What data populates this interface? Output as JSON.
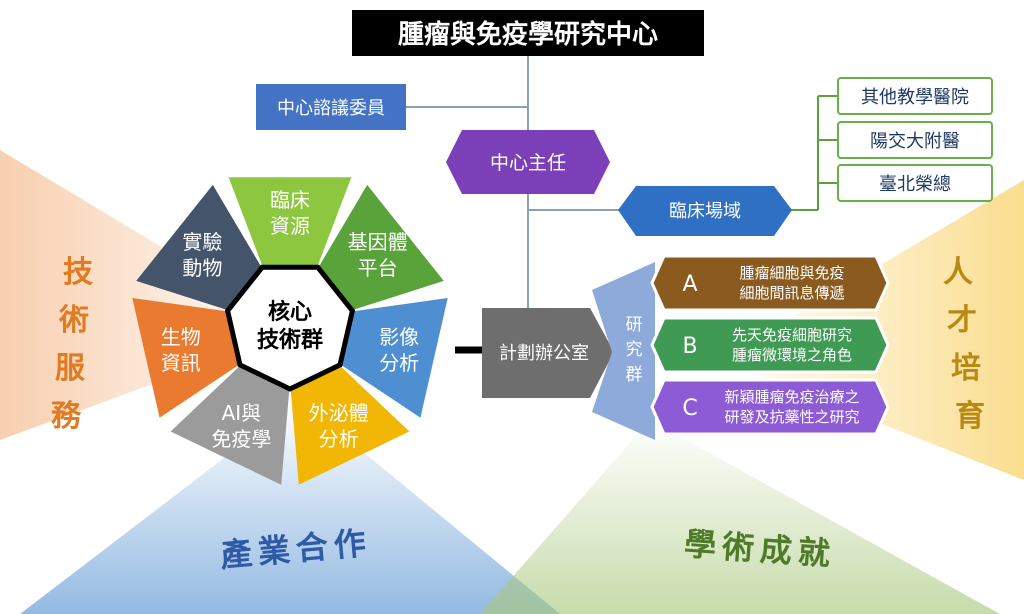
{
  "title": "腫瘤與免疫學研究中心",
  "advisory_committee": "中心諮議委員",
  "director": "中心主任",
  "clinical_field": "臨床場域",
  "hospitals": [
    "其他教學醫院",
    "陽交大附醫",
    "臺北榮總"
  ],
  "core_center": [
    "核心",
    "技術群"
  ],
  "core_segments": [
    {
      "lines": [
        "臨床",
        "資源"
      ],
      "color": "#8dc63f"
    },
    {
      "lines": [
        "基因體",
        "平台"
      ],
      "color": "#5aa33a"
    },
    {
      "lines": [
        "影像",
        "分析"
      ],
      "color": "#4e8fd1"
    },
    {
      "lines": [
        "外泌體",
        "分析"
      ],
      "color": "#f2b705"
    },
    {
      "lines": [
        "AI與",
        "免疫學"
      ],
      "color": "#9b9b9b"
    },
    {
      "lines": [
        "生物",
        "資訊"
      ],
      "color": "#e97a2f"
    },
    {
      "lines": [
        "實驗",
        "動物"
      ],
      "color": "#44546a"
    }
  ],
  "project_office": "計劃辦公室",
  "research_group_label": [
    "研",
    "究",
    "群"
  ],
  "research_groups": [
    {
      "letter": "A",
      "lines": [
        "腫瘤細胞與免疫",
        "細胞間訊息傳遞"
      ],
      "color": "#8a5a1f"
    },
    {
      "letter": "B",
      "lines": [
        "先天免疫細胞研究",
        "腫瘤微環境之角色"
      ],
      "color": "#3f9a54"
    },
    {
      "letter": "C",
      "lines": [
        "新穎腫瘤免疫治療之",
        "研發及抗藥性之研究"
      ],
      "color": "#8e5bd6"
    }
  ],
  "tech_service": [
    "技",
    "術",
    "服",
    "務"
  ],
  "talent": [
    "人",
    "才",
    "培",
    "育"
  ],
  "industry": "產業合作",
  "academic": "學術成就"
}
